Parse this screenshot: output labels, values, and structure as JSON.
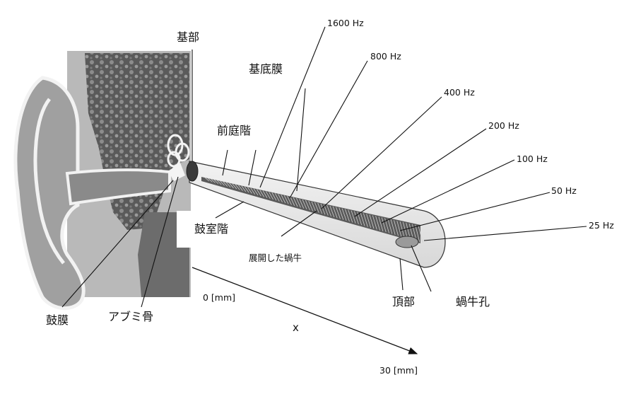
{
  "labels": {
    "kibu": "基部",
    "kitei_maku": "基底膜",
    "zentei_kai": "前庭階",
    "koshitsu_kai": "鼓室階",
    "tenkai_kagyu": "展開した蝸牛",
    "komaku": "鼓膜",
    "abumi_kotsu": "アブミ骨",
    "chobu": "頂部",
    "kagyu_ko": "蝸牛孔",
    "x_axis": "x",
    "x_start": "0 [mm]",
    "x_end": "30 [mm]"
  },
  "frequencies": [
    "1600 Hz",
    "800 Hz",
    "400 Hz",
    "200 Hz",
    "100 Hz",
    "50 Hz",
    "25 Hz"
  ],
  "colors": {
    "ear_skin": "#a9a9a9",
    "ear_dark": "#6e6e6e",
    "bone": "#8a8a8a",
    "tube": "#e4e4e4",
    "membrane": "#4a4a4a",
    "line": "#111111"
  }
}
